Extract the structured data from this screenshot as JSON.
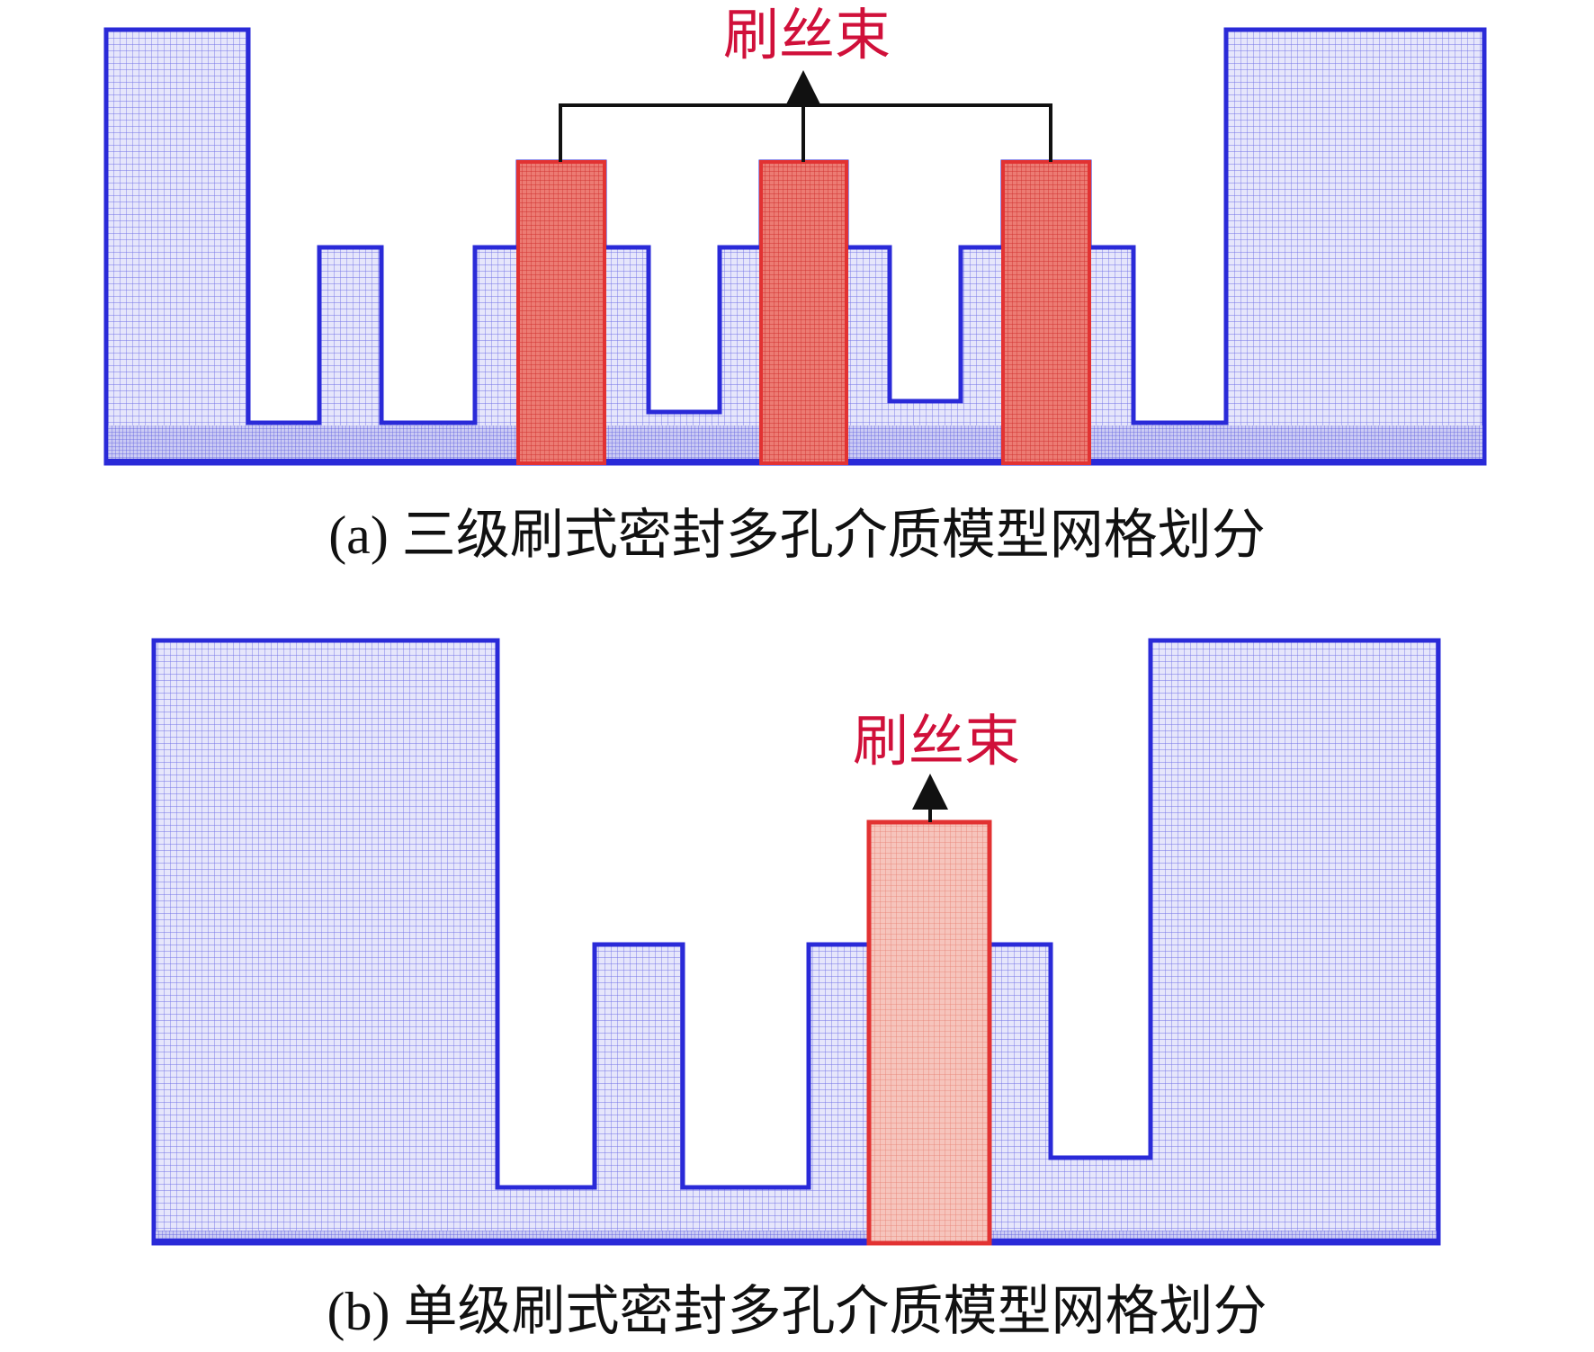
{
  "panel_a": {
    "caption": "(a) 三级刷式密封多孔介质模型网格划分",
    "bristle_label": "刷丝束"
  },
  "panel_b": {
    "caption": "(b) 单级刷式密封多孔介质模型网格划分",
    "bristle_label": "刷丝束"
  },
  "colors": {
    "mesh_domain": "#2a2ad8",
    "mesh_background": "#e6e6fb",
    "bristle_pack": "#e23232",
    "bristle_fill": "#f4b0a8",
    "label_red": "#d0103a",
    "arrow": "#111111"
  }
}
